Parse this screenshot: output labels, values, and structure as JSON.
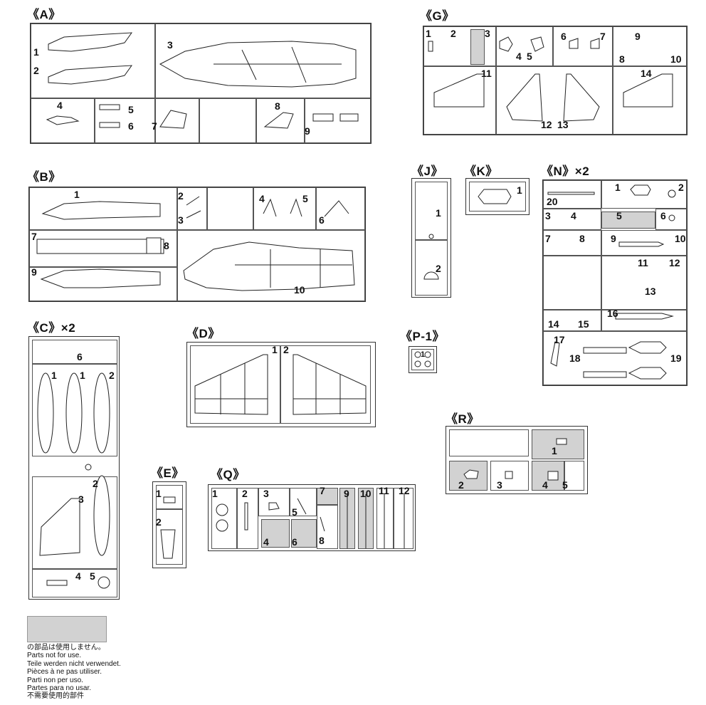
{
  "sprues": {
    "A": {
      "title": "《A》",
      "parts": [
        "1",
        "2",
        "3",
        "4",
        "5",
        "6",
        "7",
        "8",
        "9"
      ]
    },
    "B": {
      "title": "《B》",
      "parts": [
        "1",
        "2",
        "3",
        "4",
        "5",
        "6",
        "7",
        "8",
        "9",
        "10"
      ]
    },
    "C": {
      "title": "《C》×2",
      "parts": [
        "6",
        "1",
        "1",
        "2",
        "2",
        "3",
        "4",
        "5"
      ]
    },
    "D": {
      "title": "《D》",
      "parts": [
        "1",
        "2"
      ]
    },
    "E": {
      "title": "《E》",
      "parts": [
        "1",
        "2"
      ]
    },
    "G": {
      "title": "《G》",
      "parts": [
        "1",
        "2",
        "3",
        "4",
        "5",
        "6",
        "7",
        "8",
        "9",
        "10",
        "11",
        "12",
        "13",
        "14"
      ]
    },
    "J": {
      "title": "《J》",
      "parts": [
        "1",
        "2"
      ]
    },
    "K": {
      "title": "《K》",
      "parts": [
        "1"
      ]
    },
    "N": {
      "title": "《N》×2",
      "parts": [
        "20",
        "1",
        "2",
        "3",
        "4",
        "5",
        "6",
        "7",
        "8",
        "9",
        "10",
        "11",
        "12",
        "13",
        "14",
        "15",
        "16",
        "17",
        "18",
        "19"
      ]
    },
    "P1": {
      "title": "《P-1》",
      "parts": [
        "1"
      ]
    },
    "Q": {
      "title": "《Q》",
      "parts": [
        "1",
        "2",
        "3",
        "4",
        "5",
        "6",
        "7",
        "8",
        "9",
        "10",
        "11",
        "12"
      ]
    },
    "R": {
      "title": "《R》",
      "parts": [
        "1",
        "2",
        "3",
        "4",
        "5"
      ]
    }
  },
  "legend": {
    "swatch_color": "#d2d2d2",
    "lines": [
      "の部品は使用しません。",
      "Parts not for use.",
      "Teile werden nicht verwendet.",
      "Pièces à ne pas utiliser.",
      "Parti non per uso.",
      "Partes para no usar.",
      "不需要使用的部件"
    ]
  }
}
